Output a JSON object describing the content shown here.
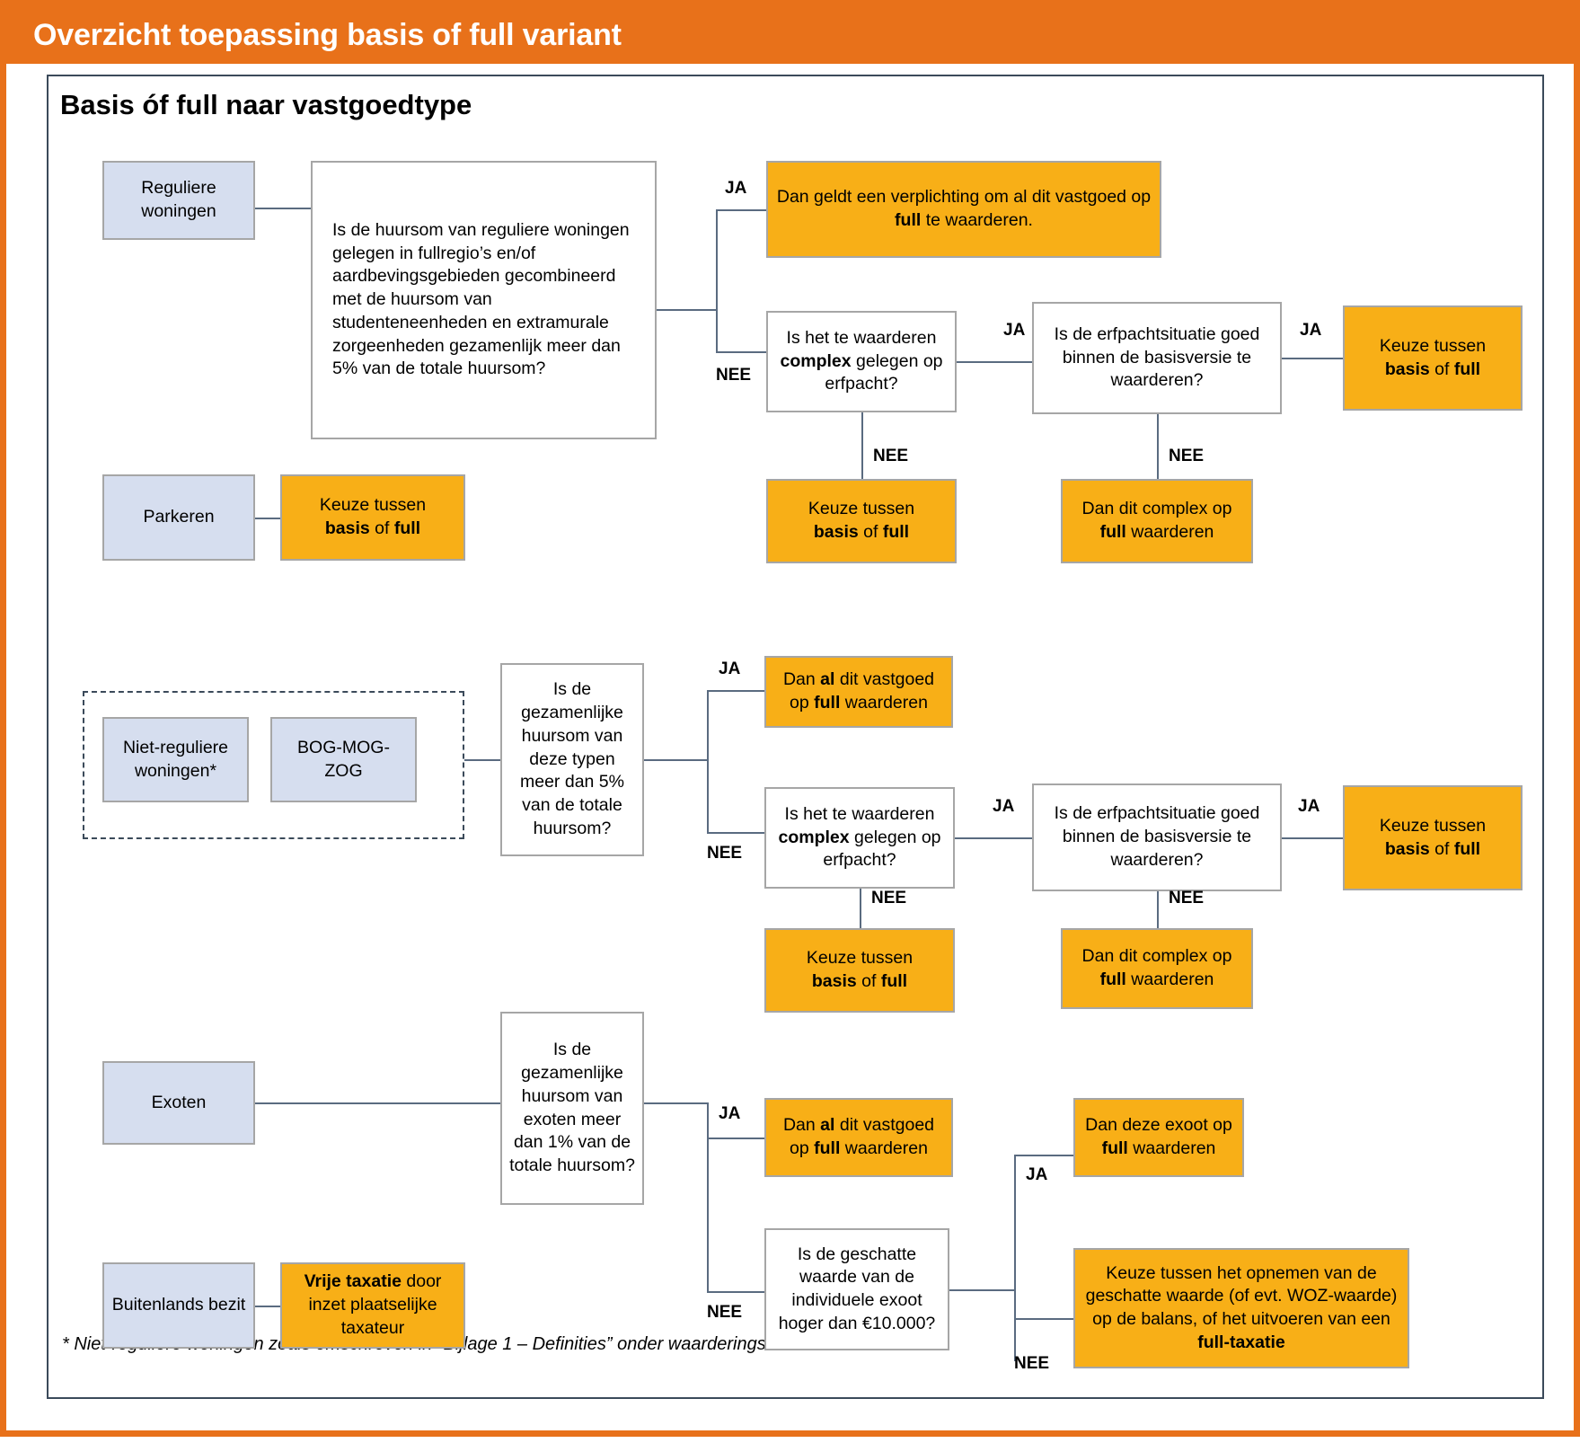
{
  "header": {
    "title": "Overzicht toepassing basis of full variant"
  },
  "panel": {
    "title": "Basis óf full naar vastgoedtype"
  },
  "labels": {
    "ja": "JA",
    "nee": "NEE"
  },
  "colors": {
    "brand_orange": "#E8711A",
    "node_orange": "#F8AF17",
    "node_blue": "#D6DEEF",
    "node_border": "#A6A6A6",
    "connector": "#5A6B80",
    "panel_border": "#3B4A5A"
  },
  "nodes": {
    "reguliere_woningen": "Reguliere woningen",
    "q_reguliere": "Is de huursom van reguliere woningen gelegen in fullregio’s en/of aardbevingsgebieden gecombineerd met de huursom van studenteneenheden en extramurale zorgeenheden gezamenlijk meer dan 5% van de totale huursom?",
    "r1_ja": "Dan geldt een verplichting om al dit vastgoed op full te waarderen.",
    "r1_ja_html": "Dan geldt een verplichting om al dit vastgoed op <b>full</b> te waarderen.",
    "q_erfpacht_1": "Is het te waarderen complex gelegen op erfpacht?",
    "q_erfpacht_1_html": "Is het te waarderen <b>complex</b> gelegen op erfpacht?",
    "q_erfpachtsituatie_1": "Is de erfpachtsituatie goed binnen de basisversie te waarderen?",
    "keuze_1": "Keuze tussen basis of full",
    "keuze_1_html": "Keuze tussen<br><b>basis</b> of <b>full</b>",
    "keuze_erfpacht_nee_1": "Keuze tussen basis of full",
    "keuze_erfpacht_nee_1_html": "Keuze tussen<br><b>basis</b> of <b>full</b>",
    "complex_full_1": "Dan dit complex op full waarderen",
    "complex_full_1_html": "Dan dit complex op<br><b>full</b> waarderen",
    "parkeren": "Parkeren",
    "parkeren_keuze": "Keuze tussen basis of full",
    "parkeren_keuze_html": "Keuze tussen<br><b>basis</b> of <b>full</b>",
    "niet_reguliere_woningen": "Niet-reguliere woningen*",
    "bog_mog_zog": "BOG-MOG-ZOG",
    "q_gezamenlijke_5": "Is de gezamenlijke huursom van deze typen meer dan 5% van de totale huursom?",
    "r2_ja": "Dan al dit vastgoed op full waarderen",
    "r2_ja_html": "Dan <b>al</b> dit vastgoed op <b>full</b> waarderen",
    "q_erfpacht_2": "Is het te waarderen complex gelegen op erfpacht?",
    "q_erfpacht_2_html": "Is het te waarderen <b>complex</b> gelegen op erfpacht?",
    "q_erfpachtsituatie_2": "Is de erfpachtsituatie goed binnen de basisversie te waarderen?",
    "keuze_2": "Keuze tussen basis of full",
    "keuze_2_html": "Keuze tussen<br><b>basis</b> of <b>full</b>",
    "keuze_erfpacht_nee_2": "Keuze tussen basis of full",
    "keuze_erfpacht_nee_2_html": "Keuze tussen<br><b>basis</b> of <b>full</b>",
    "complex_full_2": "Dan dit complex op full waarderen",
    "complex_full_2_html": "Dan dit complex op<br><b>full</b> waarderen",
    "exoten": "Exoten",
    "q_exoten_1": "Is de gezamenlijke huursom van exoten meer dan 1% van de totale huursom?",
    "r3_ja": "Dan al dit vastgoed op full waarderen",
    "r3_ja_html": "Dan <b>al</b> dit vastgoed op <b>full</b> waarderen",
    "q_geschatte_waarde": "Is de geschatte waarde van de individuele exoot hoger dan €10.000?",
    "exoot_full": "Dan deze exoot op full waarderen",
    "exoot_full_html": "Dan deze exoot op<br><b>full</b> waarderen",
    "keuze_balans": "Keuze tussen het opnemen van de geschatte waarde (of evt. WOZ-waarde) op de balans, of het uitvoeren van een full-taxatie",
    "keuze_balans_html": "Keuze tussen het opnemen van de geschatte waarde (of evt. WOZ-waarde) op de balans, of het uitvoeren van een <b>full-taxatie</b>",
    "buitenlands_bezit": "Buitenlands bezit",
    "vrije_taxatie": "Vrije taxatie door inzet plaatselijke taxateur",
    "vrije_taxatie_html": "<b>Vrije taxatie</b> door inzet plaatselijke taxateur"
  },
  "footnote": "* Niet-reguliere woningen zoals omschreven in “Bijlage 1 – Definities” onder waarderingsmodellen"
}
